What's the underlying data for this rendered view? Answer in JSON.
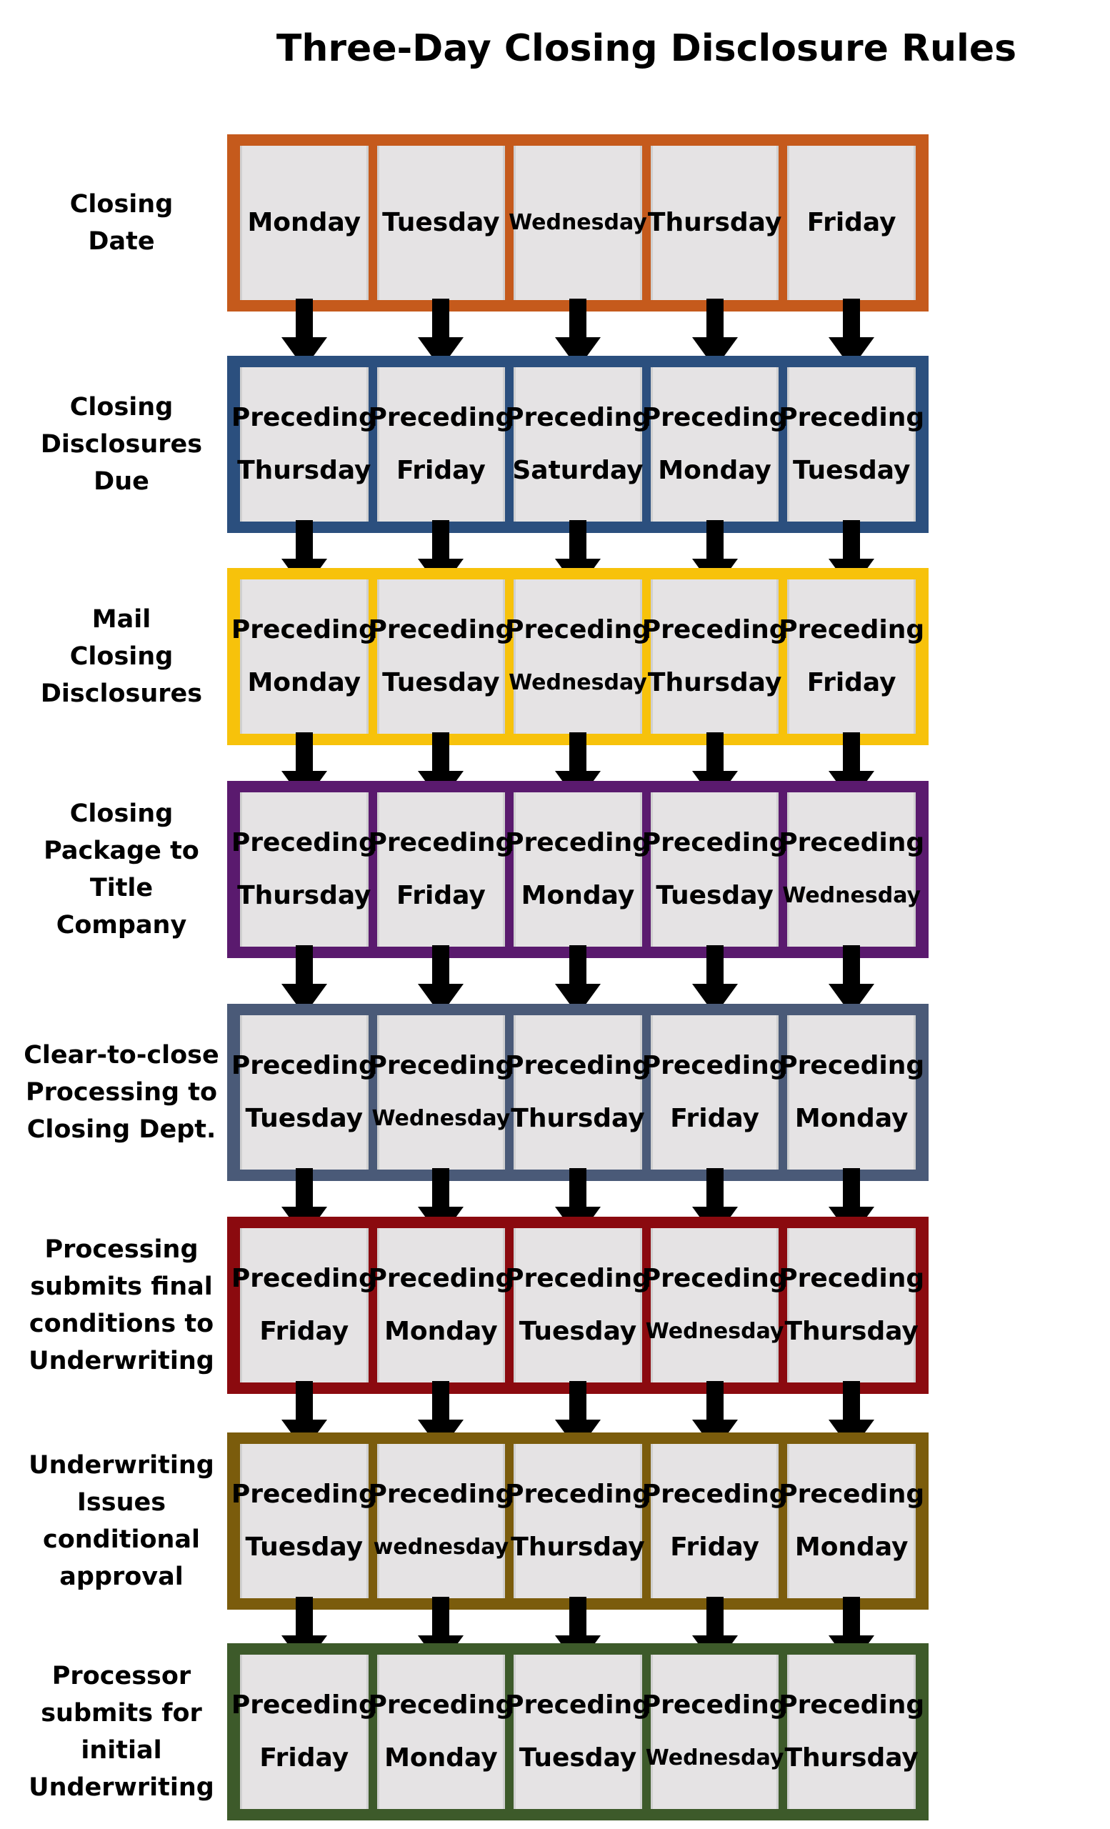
{
  "title": "Three-Day Closing Disclosure Rules",
  "rows": [
    {
      "label_lines": [
        "Closing",
        "Date"
      ],
      "color": "#c55a1c",
      "cells": [
        {
          "prefix": "",
          "day": "Monday"
        },
        {
          "prefix": "",
          "day": "Tuesday"
        },
        {
          "prefix": "",
          "day": "Wednesday"
        },
        {
          "prefix": "",
          "day": "Thursday"
        },
        {
          "prefix": "",
          "day": "Friday"
        }
      ]
    },
    {
      "label_lines": [
        "Closing",
        "Disclosures",
        "Due"
      ],
      "color": "#2b4f7e",
      "cells": [
        {
          "prefix": "Preceding",
          "day": "Thursday"
        },
        {
          "prefix": "Preceding",
          "day": "Friday"
        },
        {
          "prefix": "Preceding",
          "day": "Saturday"
        },
        {
          "prefix": "Preceding",
          "day": "Monday"
        },
        {
          "prefix": "Preceding",
          "day": "Tuesday"
        }
      ]
    },
    {
      "label_lines": [
        "Mail",
        "Closing",
        "Disclosures"
      ],
      "color": "#f7c20b",
      "cells": [
        {
          "prefix": "Preceding",
          "day": "Monday"
        },
        {
          "prefix": "Preceding",
          "day": "Tuesday"
        },
        {
          "prefix": "Preceding",
          "day": "Wednesday"
        },
        {
          "prefix": "Preceding",
          "day": "Thursday"
        },
        {
          "prefix": "Preceding",
          "day": "Friday"
        }
      ]
    },
    {
      "label_lines": [
        "Closing",
        "Package to",
        "Title",
        "Company"
      ],
      "color": "#5a1a6e",
      "cells": [
        {
          "prefix": "Preceding",
          "day": "Thursday"
        },
        {
          "prefix": "Preceding",
          "day": "Friday"
        },
        {
          "prefix": "Preceding",
          "day": "Monday"
        },
        {
          "prefix": "Preceding",
          "day": "Tuesday"
        },
        {
          "prefix": "Preceding",
          "day": "Wednesday"
        }
      ]
    },
    {
      "label_lines": [
        "Clear-to-close",
        "Processing to",
        "Closing Dept."
      ],
      "color": "#4a5a78",
      "cells": [
        {
          "prefix": "Preceding",
          "day": "Tuesday"
        },
        {
          "prefix": "Preceding",
          "day": "Wednesday"
        },
        {
          "prefix": "Preceding",
          "day": "Thursday"
        },
        {
          "prefix": "Preceding",
          "day": "Friday"
        },
        {
          "prefix": "Preceding",
          "day": "Monday"
        }
      ]
    },
    {
      "label_lines": [
        "Processing",
        "submits final",
        "conditions to",
        "Underwriting"
      ],
      "color": "#8b0a0f",
      "cells": [
        {
          "prefix": "Preceding",
          "day": "Friday"
        },
        {
          "prefix": "Preceding",
          "day": "Monday"
        },
        {
          "prefix": "Preceding",
          "day": "Tuesday"
        },
        {
          "prefix": "Preceding",
          "day": "Wednesday"
        },
        {
          "prefix": "Preceding",
          "day": "Thursday"
        }
      ]
    },
    {
      "label_lines": [
        "Underwriting",
        "Issues",
        "conditional",
        "approval"
      ],
      "color": "#7b5c0c",
      "cells": [
        {
          "prefix": "Preceding",
          "day": "Tuesday"
        },
        {
          "prefix": "Preceding",
          "day": "wednesday"
        },
        {
          "prefix": "Preceding",
          "day": "Thursday"
        },
        {
          "prefix": "Preceding",
          "day": "Friday"
        },
        {
          "prefix": "Preceding",
          "day": "Monday"
        }
      ]
    },
    {
      "label_lines": [
        "Processor",
        "submits for",
        "initial",
        "Underwriting"
      ],
      "color": "#3d5a2a",
      "cells": [
        {
          "prefix": "Preceding",
          "day": "Friday"
        },
        {
          "prefix": "Preceding",
          "day": "Monday"
        },
        {
          "prefix": "Preceding",
          "day": "Tuesday"
        },
        {
          "prefix": "Preceding",
          "day": "Wednesday"
        },
        {
          "prefix": "Preceding",
          "day": "Thursday"
        }
      ]
    }
  ]
}
